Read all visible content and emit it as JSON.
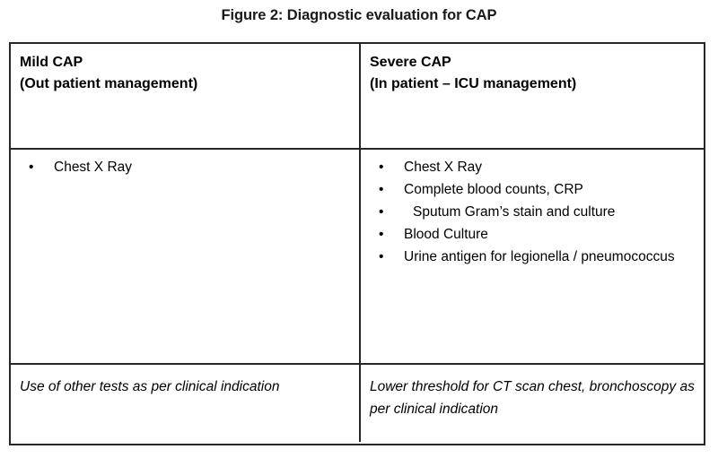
{
  "figure": {
    "title": "Figure 2: Diagnostic evaluation for CAP"
  },
  "table": {
    "columns": [
      {
        "id": "mild-cap",
        "header_line1": "Mild CAP",
        "header_line2": "(Out patient management)",
        "bullets": [
          {
            "text": "Chest X Ray",
            "indented": false
          }
        ],
        "note": "Use of other tests as per clinical indication"
      },
      {
        "id": "severe-cap",
        "header_line1": "Severe CAP",
        "header_line2": "(In patient – ICU management)",
        "bullets": [
          {
            "text": "Chest X Ray",
            "indented": false
          },
          {
            "text": "Complete blood counts, CRP",
            "indented": false
          },
          {
            "text": "Sputum Gram’s stain and culture",
            "indented": true
          },
          {
            "text": "Blood Culture",
            "indented": false
          },
          {
            "text": "Urine antigen for legionella / pneumococcus",
            "indented": false
          }
        ],
        "note": "Lower threshold for CT scan chest, bronchoscopy as per clinical indication"
      }
    ],
    "bullet_glyph": "•",
    "border_color": "#262626",
    "background_color": "#ffffff",
    "text_color": "#000000"
  }
}
